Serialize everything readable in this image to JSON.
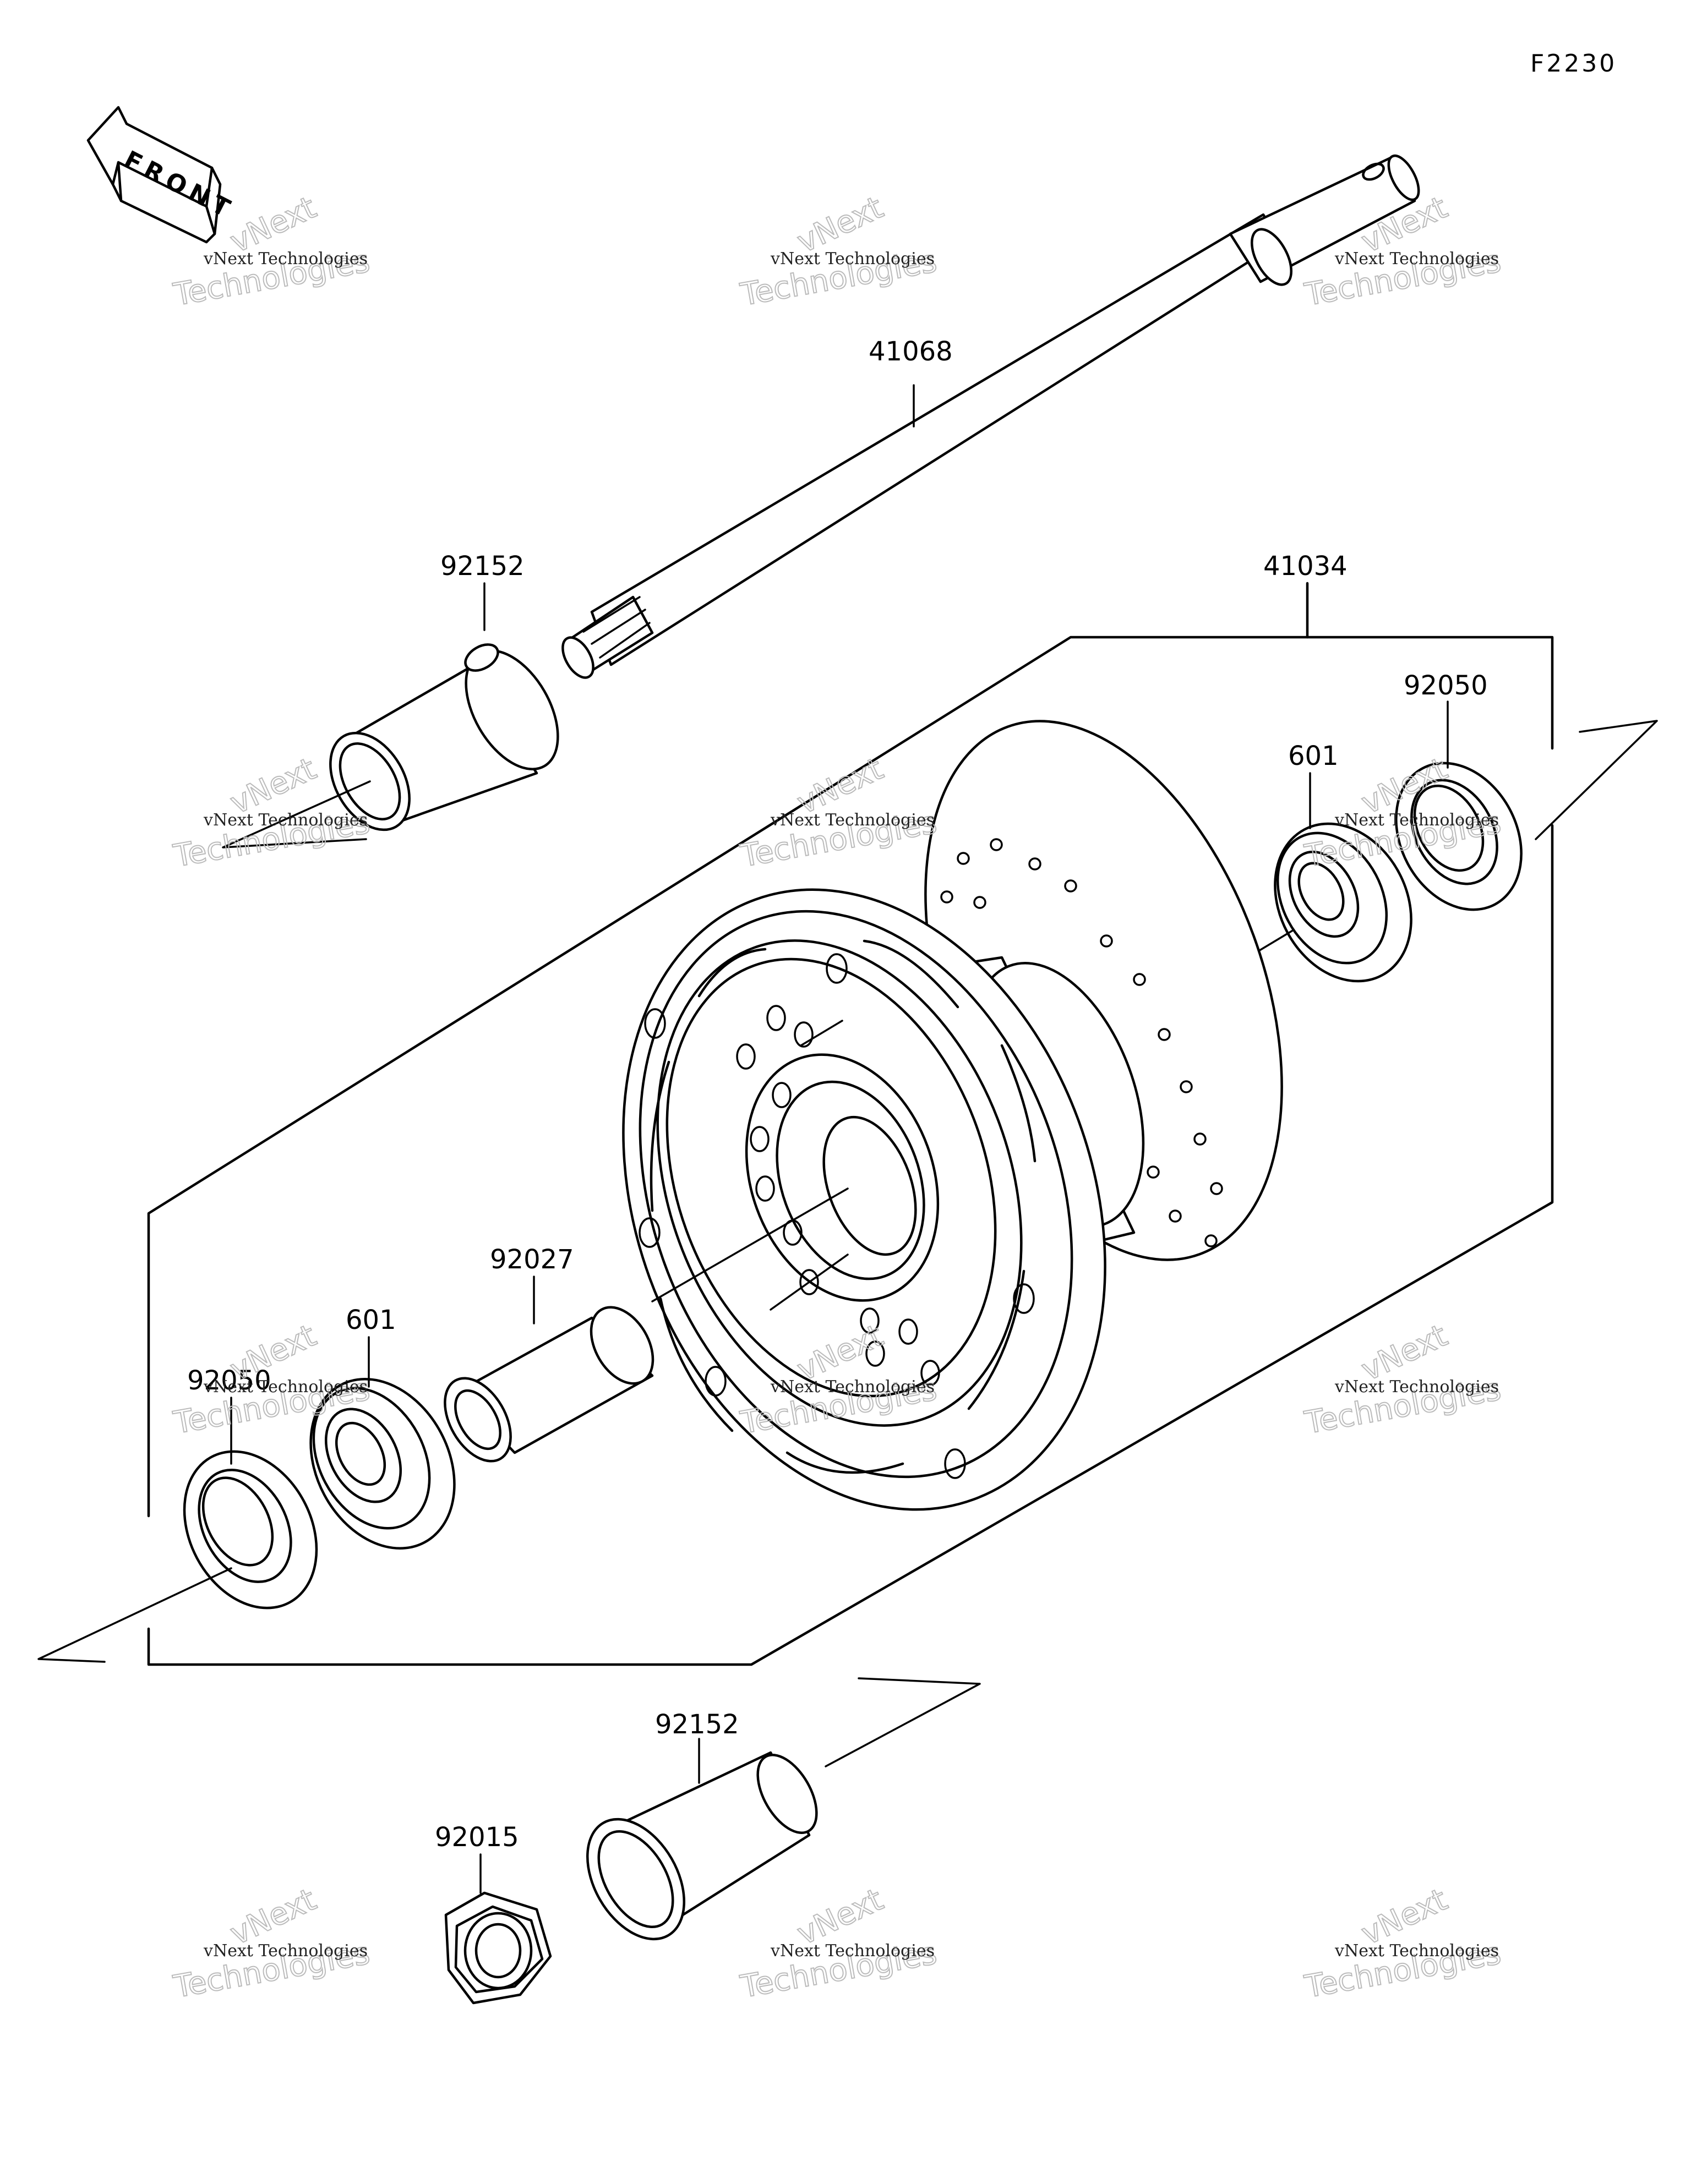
{
  "figure_code": "F2230",
  "front_label": "FRONT",
  "parts": [
    {
      "id": "axle",
      "number": "41068"
    },
    {
      "id": "collar-upper",
      "number": "92152"
    },
    {
      "id": "hub",
      "number": "41034"
    },
    {
      "id": "oil-seal-right",
      "number": "92050"
    },
    {
      "id": "bearing-right",
      "number": "601"
    },
    {
      "id": "spacer",
      "number": "92027"
    },
    {
      "id": "bearing-left",
      "number": "601"
    },
    {
      "id": "oil-seal-left",
      "number": "92050"
    },
    {
      "id": "collar-lower",
      "number": "92152"
    },
    {
      "id": "axle-nut",
      "number": "92015"
    }
  ],
  "watermark": {
    "line1": "vNext Technologies",
    "line2": "vNext",
    "line3": "Technologies"
  }
}
